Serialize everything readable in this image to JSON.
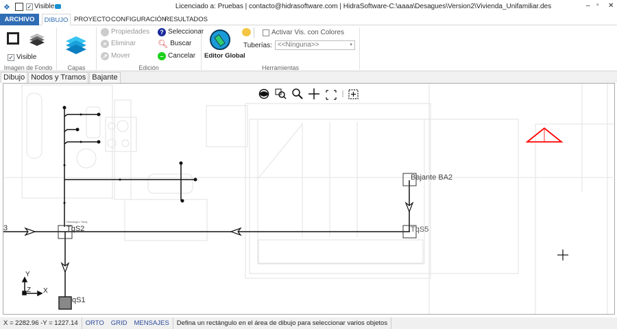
{
  "titlebar": {
    "title": "Licenciado a: Pruebas | contacto@hidrasoftware.com | HidraSoftware-C:\\aaaa\\Desagues\\Version2\\Vivienda_Unifamiliar.des",
    "visible_label": "Visible",
    "visible_checked": true,
    "controls": {
      "minimize": "–",
      "maximize": "▫",
      "close": "✕"
    }
  },
  "menu": {
    "tabs": [
      {
        "label": "ARCHIVO"
      },
      {
        "label": "DIBUJO",
        "active": true
      },
      {
        "label": "PROYECTO"
      },
      {
        "label": "CONFIGURACIÓN"
      },
      {
        "label": "RESULTADOS"
      }
    ]
  },
  "ribbon": {
    "imagen_fondo": {
      "label": "Imagen de Fondo",
      "visible_label": "Visible",
      "visible_checked": true
    },
    "capas": {
      "label": "Capas"
    },
    "edicion": {
      "label": "Edición",
      "propiedades": "Propiedades",
      "eliminar": "Eliminar",
      "mover": "Mover",
      "seleccionar": "Seleccionar",
      "buscar": "Buscar",
      "cancelar": "Cancelar"
    },
    "herramientas": {
      "label": "Herramientas",
      "editor_global": "Editor Global",
      "activar_colores": "Activar Vis. con Colores",
      "activar_checked": false,
      "tuberias_label": "Tuberías:",
      "tuberias_value": "<<Ninguna>>"
    }
  },
  "doc_tabs": [
    {
      "label": "Dibujo",
      "active": true
    },
    {
      "label": "Nodos y Tramos"
    },
    {
      "label": "Bajante"
    }
  ],
  "drawing": {
    "labels": {
      "tqs2": "TqS2",
      "tqs1": "qS1",
      "tqs5": "TqS5",
      "ba2": "Bajante BA2",
      "left_edge": "3",
      "descarga": "Descarga c Tanq."
    },
    "axes": {
      "x": "X",
      "y": "Y",
      "z": "Z"
    },
    "marker_color": "#ff0000"
  },
  "status": {
    "coords": "X = 2282.96 -Y = 1227.14",
    "orto": "ORTO",
    "grid": "GRID",
    "mensajes": "MENSAJES",
    "message": "Defina un rectángulo en el área de dibujo para seleccionar varios objetos"
  }
}
